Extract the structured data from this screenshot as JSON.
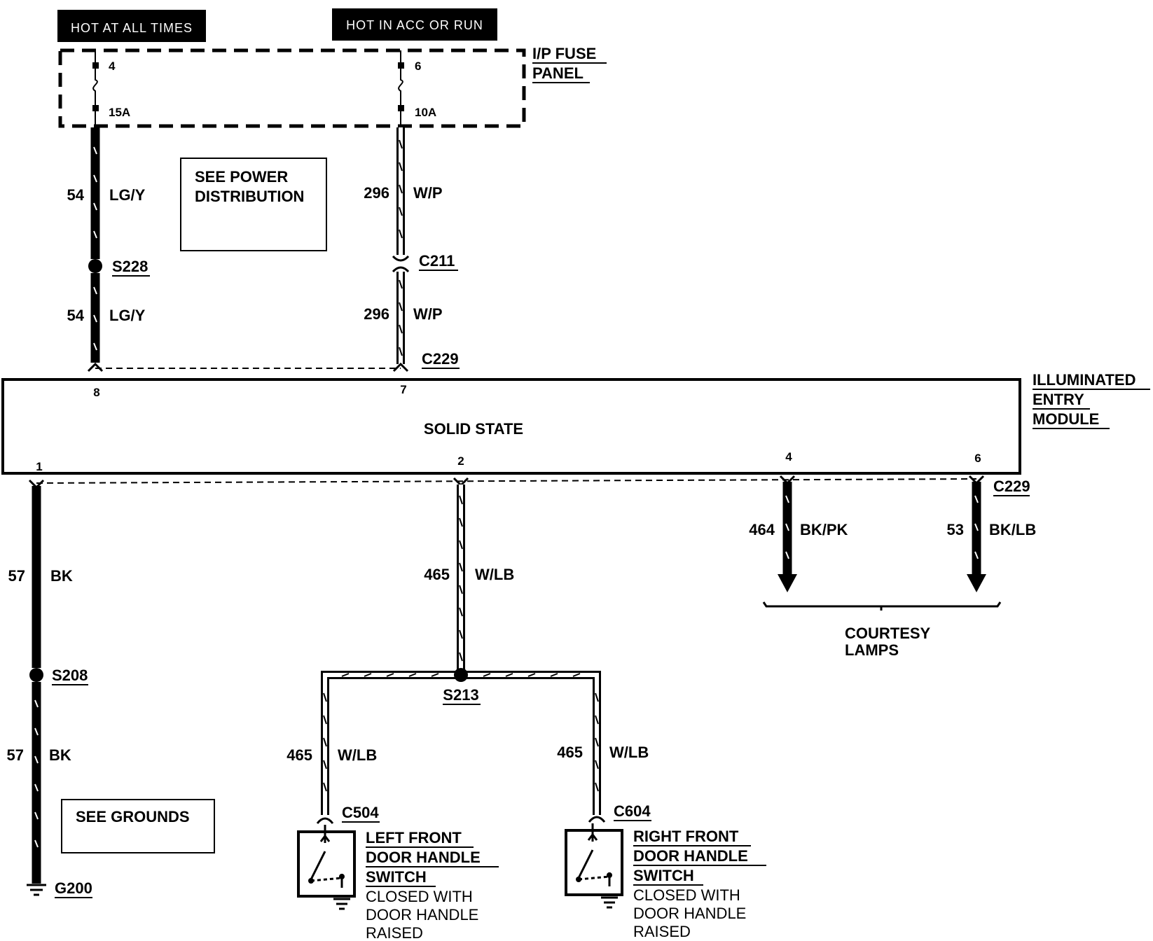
{
  "power": {
    "hot_always": "HOT AT ALL TIMES",
    "hot_acc_run": "HOT IN ACC OR RUN"
  },
  "fuse_panel": {
    "title_line1": "I/P FUSE",
    "title_line2": "PANEL",
    "fuse_a": {
      "pin": "4",
      "rating": "15A"
    },
    "fuse_b": {
      "pin": "6",
      "rating": "10A"
    }
  },
  "notes": {
    "power_dist_line1": "SEE POWER",
    "power_dist_line2": "DISTRIBUTION",
    "grounds": "SEE GROUNDS"
  },
  "wires": {
    "w54_upper": {
      "circuit": "54",
      "color": "LG/Y"
    },
    "w54_lower": {
      "circuit": "54",
      "color": "LG/Y"
    },
    "w296_upper": {
      "circuit": "296",
      "color": "W/P"
    },
    "w296_lower": {
      "circuit": "296",
      "color": "W/P"
    },
    "w57_upper": {
      "circuit": "57",
      "color": "BK"
    },
    "w57_lower": {
      "circuit": "57",
      "color": "BK"
    },
    "w465_main": {
      "circuit": "465",
      "color": "W/LB"
    },
    "w465_left": {
      "circuit": "465",
      "color": "W/LB"
    },
    "w465_right": {
      "circuit": "465",
      "color": "W/LB"
    },
    "w464": {
      "circuit": "464",
      "color": "BK/PK"
    },
    "w53": {
      "circuit": "53",
      "color": "BK/LB"
    }
  },
  "splices": {
    "s228": "S228",
    "s208": "S208",
    "s213": "S213"
  },
  "connectors": {
    "c211": "C211",
    "c229_top": "C229",
    "c229_bottom": "C229",
    "c504": "C504",
    "c604": "C604"
  },
  "ground": "G200",
  "module": {
    "name_line1": "ILLUMINATED",
    "name_line2": "ENTRY",
    "name_line3": "MODULE",
    "body": "SOLID STATE",
    "pins": {
      "p8": "8",
      "p7": "7",
      "p1": "1",
      "p2": "2",
      "p4": "4",
      "p6": "6"
    }
  },
  "courtesy": {
    "line1": "COURTESY",
    "line2": "LAMPS"
  },
  "switch_left": {
    "line1": "LEFT FRONT",
    "line2": "DOOR HANDLE",
    "line3": "SWITCH",
    "note1": "CLOSED WITH",
    "note2": "DOOR HANDLE",
    "note3": "RAISED"
  },
  "switch_right": {
    "line1": "RIGHT FRONT",
    "line2": "DOOR HANDLE",
    "line3": "SWITCH",
    "note1": "CLOSED WITH",
    "note2": "DOOR HANDLE",
    "note3": "RAISED"
  }
}
